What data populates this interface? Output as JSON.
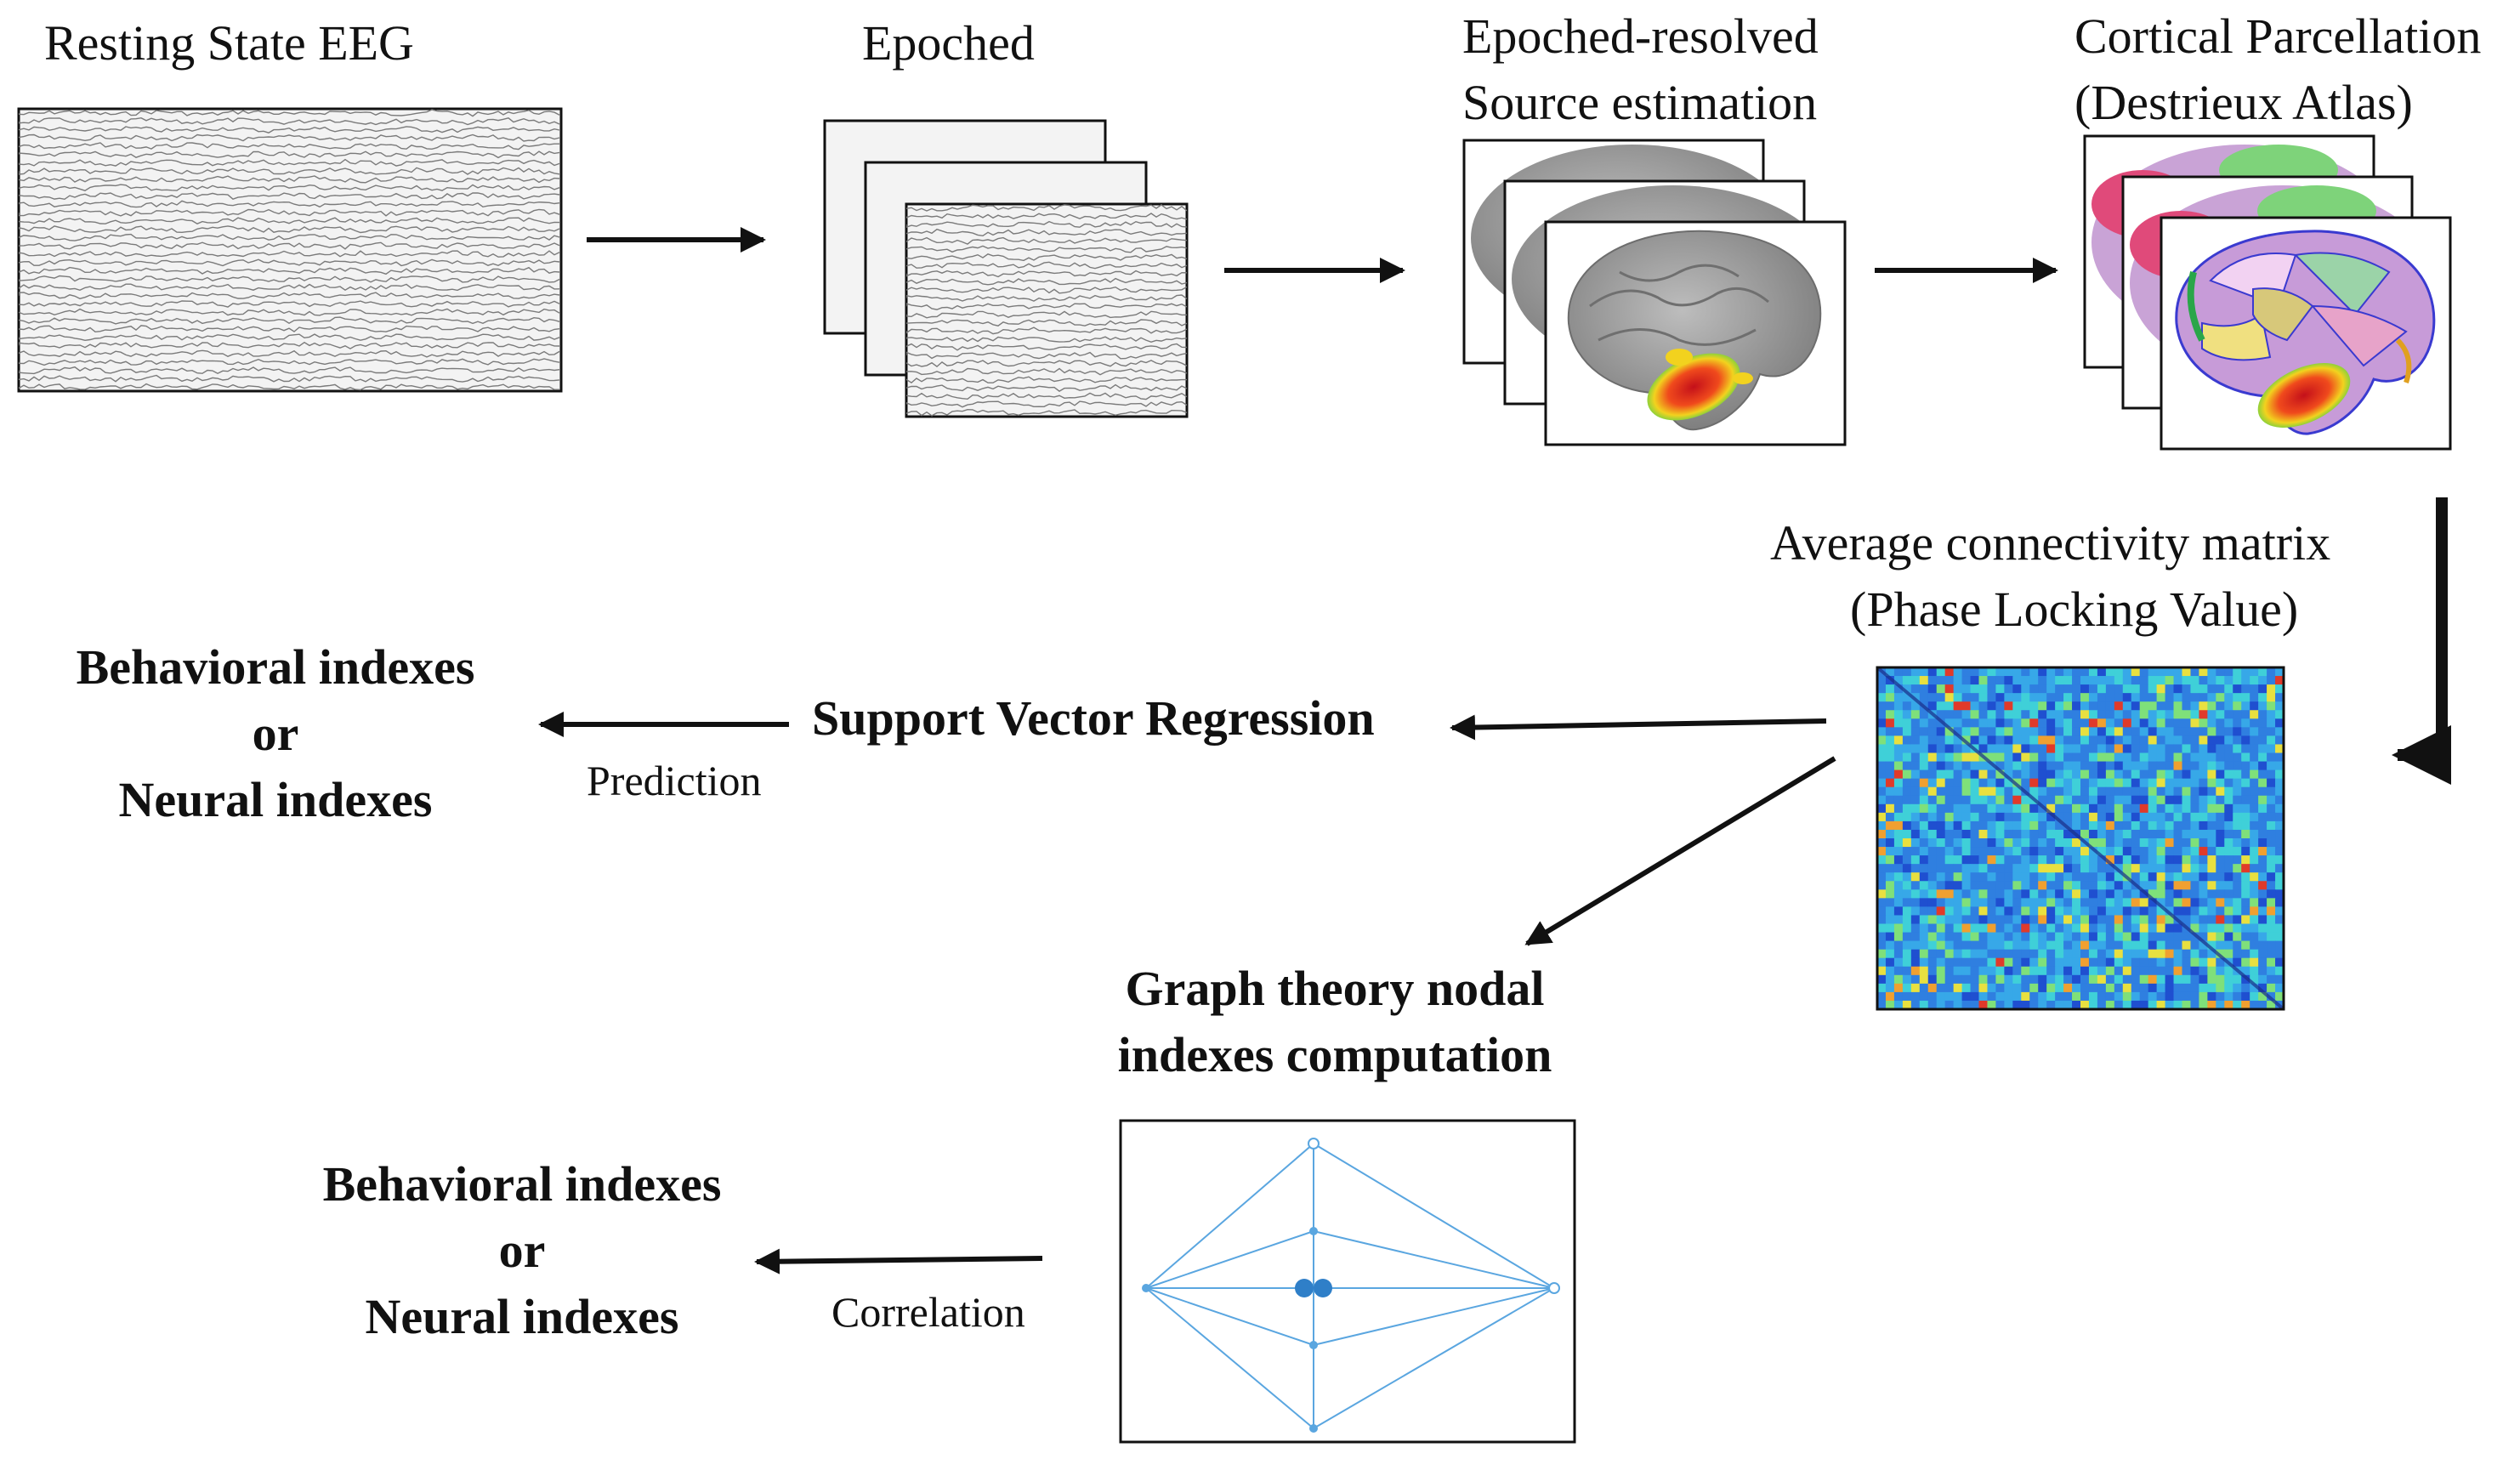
{
  "labels": {
    "resting_state_eeg": "Resting State EEG",
    "epoched": "Epoched",
    "source_estimation_line1": "Epoched-resolved",
    "source_estimation_line2": "Source estimation",
    "parcellation_line1": "Cortical Parcellation",
    "parcellation_line2": "(Destrieux Atlas)",
    "connectivity_line1": "Average connectivity matrix",
    "connectivity_line2": "(Phase Locking Value)",
    "svr": "Support Vector Regression",
    "prediction": "Prediction",
    "outcome_top_line1": "Behavioral indexes",
    "outcome_top_line2": "or",
    "outcome_top_line3": "Neural indexes",
    "graph_line1": "Graph theory nodal",
    "graph_line2": "indexes computation",
    "correlation": "Correlation",
    "outcome_bottom_line1": "Behavioral indexes",
    "outcome_bottom_line2": "or",
    "outcome_bottom_line3": "Neural indexes"
  },
  "colors": {
    "arrow": "#111111",
    "eeg_trace": "#7a7a7a",
    "brain_gray": "#9a9a9a",
    "activation_red": "#e0281f",
    "activation_yellow": "#f2d21e",
    "matrix_blue": "#2f7fe0",
    "graph_line": "#5aa6e0"
  }
}
